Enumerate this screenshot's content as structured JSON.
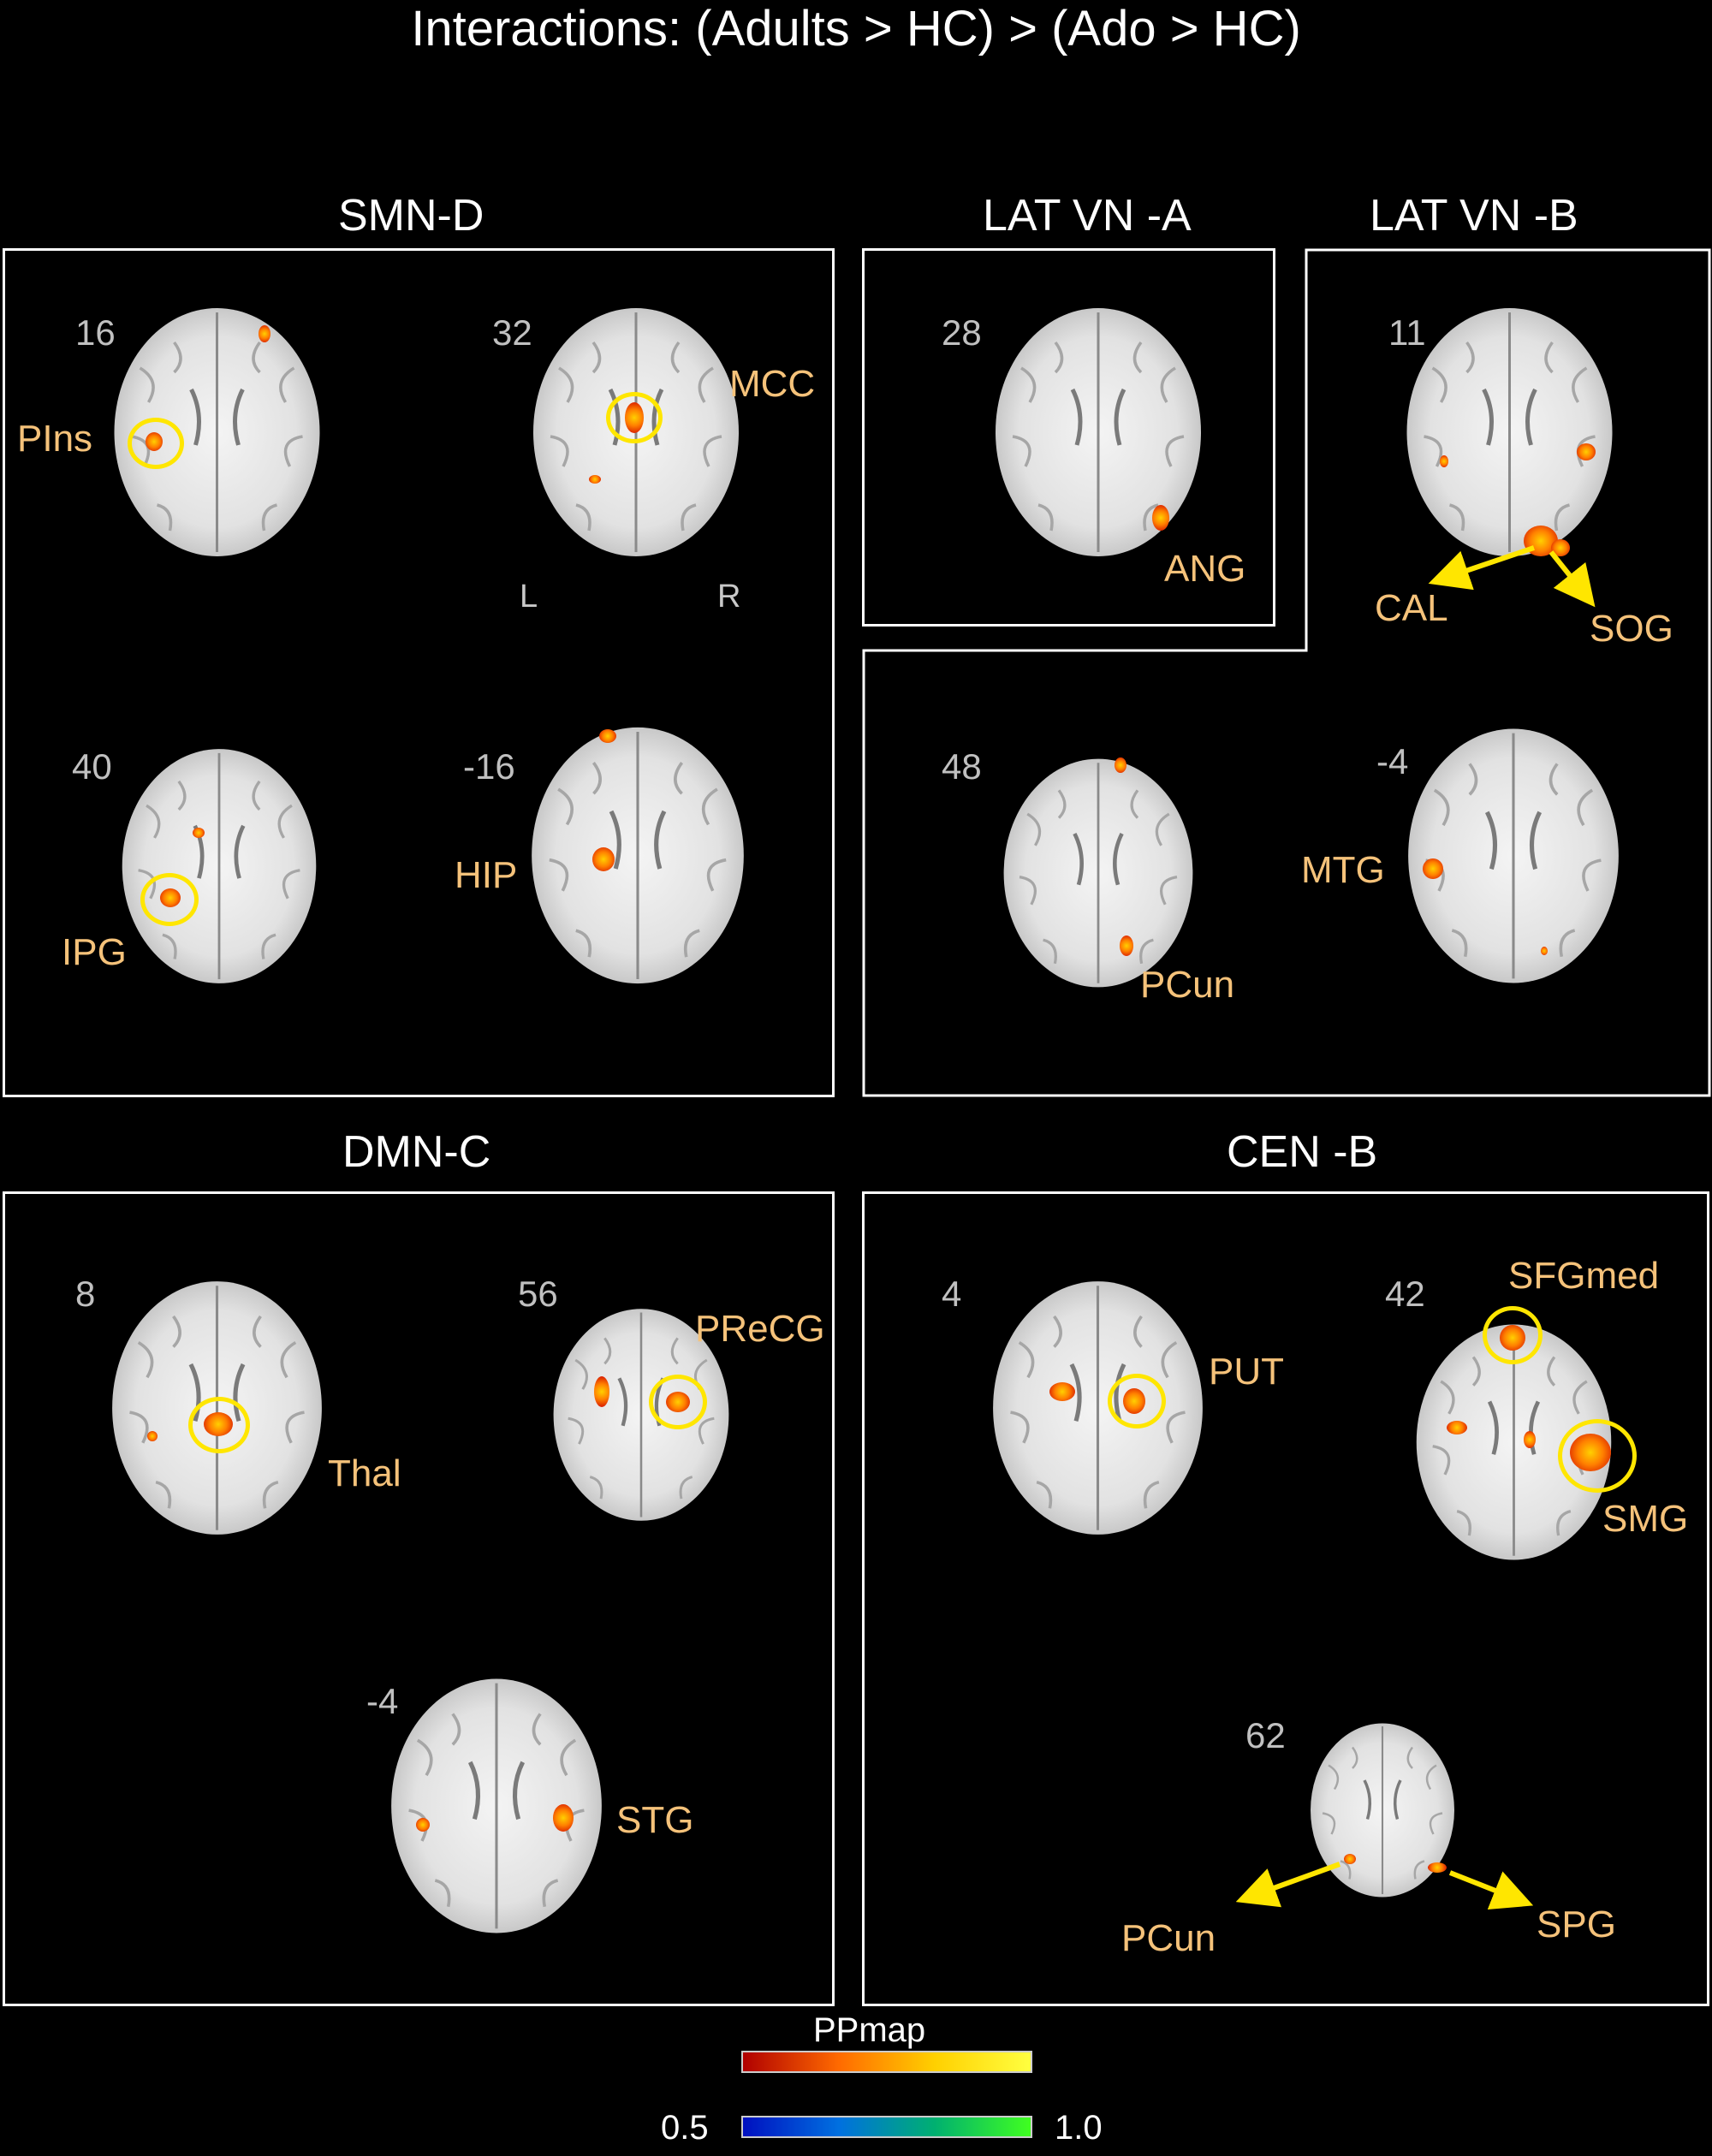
{
  "title": "Interactions: (Adults > HC) > (Ado > HC)",
  "panels": {
    "smn_d": {
      "title": "SMN-D",
      "slices": [
        "16",
        "32",
        "40",
        "-16"
      ],
      "labels": {
        "pins": "PIns",
        "mcc": "MCC",
        "ipg": "IPG",
        "hip": "HIP"
      },
      "orientation": {
        "left": "L",
        "right": "R"
      }
    },
    "lat_vn_a": {
      "title": "LAT VN -A",
      "slices": [
        "28"
      ],
      "labels": {
        "ang": "ANG"
      }
    },
    "lat_vn_b": {
      "title": "LAT VN -B",
      "slices": [
        "11",
        "48",
        "-4"
      ],
      "labels": {
        "cal": "CAL",
        "sog": "SOG",
        "pcun": "PCun",
        "mtg": "MTG"
      }
    },
    "dmn_c": {
      "title": "DMN-C",
      "slices": [
        "8",
        "56",
        "-4"
      ],
      "labels": {
        "thal": "Thal",
        "precg": "PReCG",
        "stg": "STG"
      }
    },
    "cen_b": {
      "title": "CEN -B",
      "slices": [
        "4",
        "42",
        "62"
      ],
      "labels": {
        "put": "PUT",
        "sfgmed": "SFGmed",
        "smg": "SMG",
        "pcun": "PCun",
        "spg": "SPG"
      }
    }
  },
  "colorbar": {
    "title": "PPmap",
    "min": "0.5",
    "max": "1.0"
  },
  "colors": {
    "label": "#f5c27a",
    "highlight": "#ffe600",
    "background": "#000000"
  }
}
